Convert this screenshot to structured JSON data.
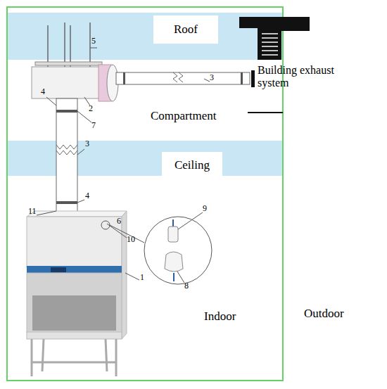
{
  "diagram": {
    "nodes": [
      {
        "text": [
          "Roof"
        ]
      },
      {
        "text": [
          "Ceiling"
        ]
      }
    ],
    "labels": [
      "5",
      "Building exhaust system",
      "3",
      "4",
      "2",
      "Compartment",
      "7",
      "3",
      "4",
      "11",
      "6",
      "9",
      "10",
      "8",
      "1",
      "Indoor",
      "Outdoor"
    ]
  }
}
